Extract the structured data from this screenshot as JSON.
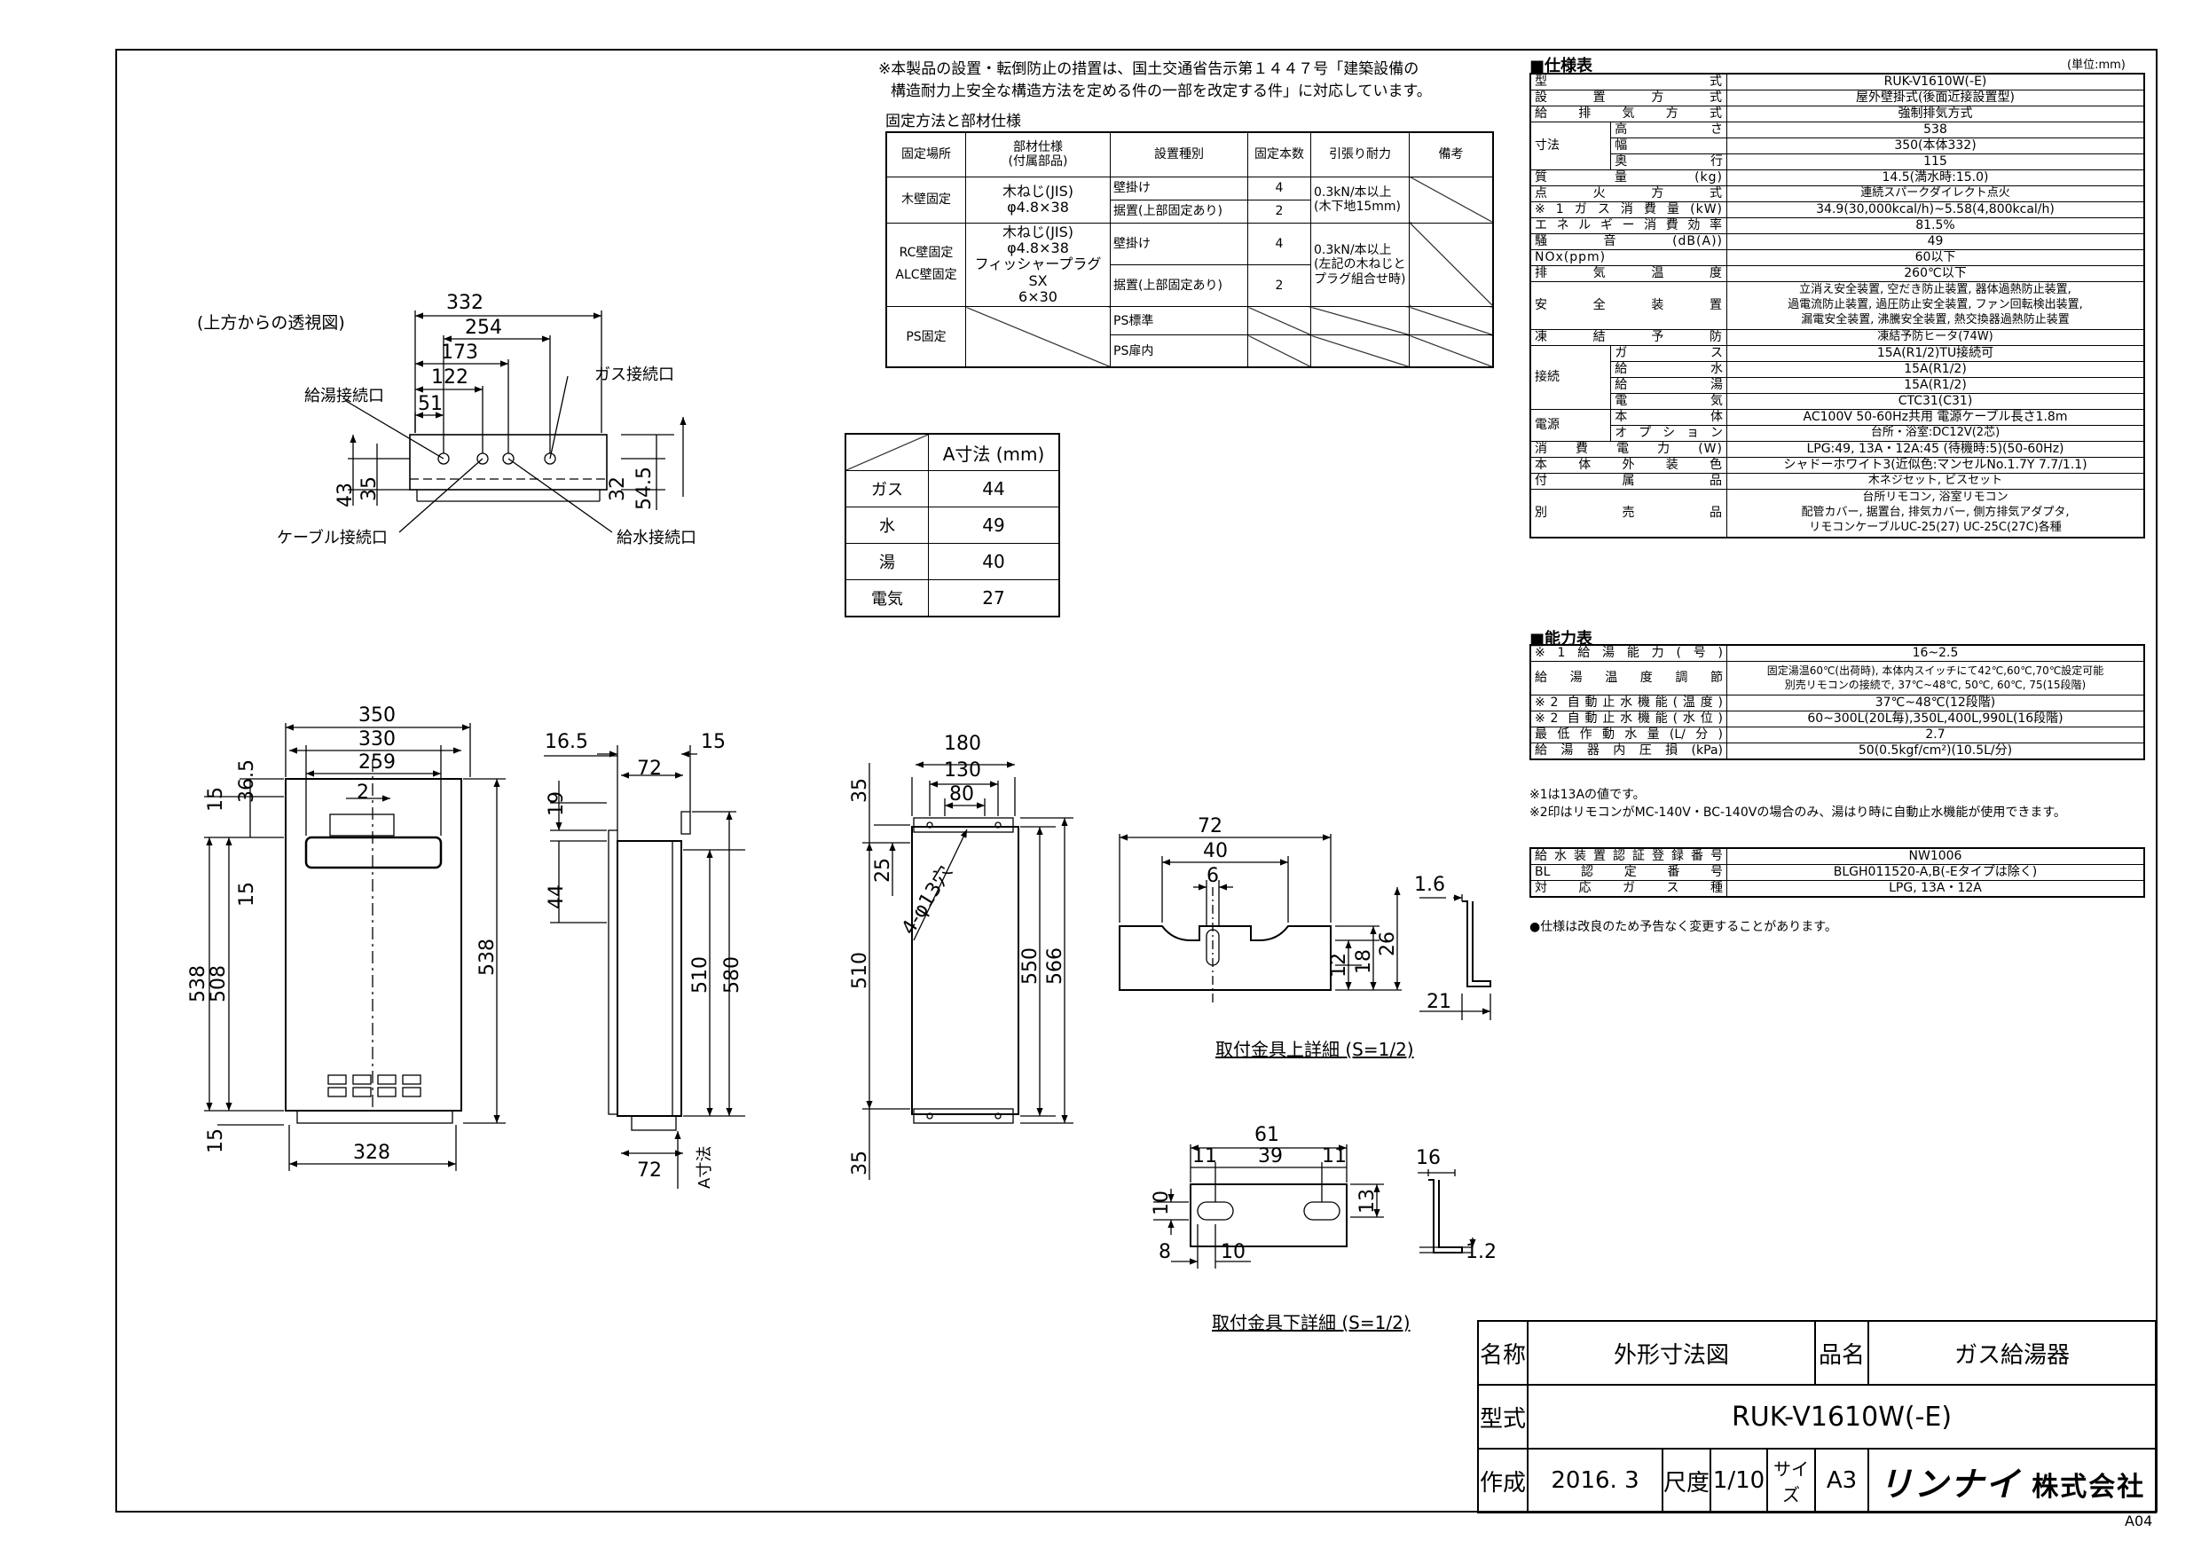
{
  "notice": {
    "line1": "※本製品の設置・転倒防止の措置は、国土交通省告示第１４４７号「建築設備の",
    "line2": "構造耐力上安全な構造方法を定める件の一部を改定する件」に対応しています。"
  },
  "fixing": {
    "title": "固定方法と部材仕様",
    "headers": [
      "固定場所",
      "部材仕様\n(付属部品)",
      "設置種別",
      "固定本数",
      "引張り耐力",
      "備考"
    ],
    "wood_place": "木壁固定",
    "wood_parts": "木ねじ(JIS)\nφ4.8×38",
    "wood_type1": "壁掛け",
    "wood_count1": "4",
    "wood_strength": "0.3kN/本以上\n(木下地15mm)",
    "wood_type2": "据置(上部固定あり)",
    "wood_count2": "2",
    "rc_place": "RC壁固定\nALC壁固定",
    "rc_parts": "木ねじ(JIS)\nφ4.8×38\nフィッシャープラグSX\n6×30",
    "rc_type1": "壁掛け",
    "rc_count1": "4",
    "rc_strength": "0.3kN/本以上\n(左記の木ねじと\nプラグ組合せ時)",
    "rc_type2": "据置(上部固定あり)",
    "rc_count2": "2",
    "ps_place": "PS固定",
    "ps_type1": "PS標準",
    "ps_type2": "PS扉内"
  },
  "a_dimension": {
    "header": "A寸法 (mm)",
    "rows": [
      {
        "label": "ガス",
        "value": "44"
      },
      {
        "label": "水",
        "value": "49"
      },
      {
        "label": "湯",
        "value": "40"
      },
      {
        "label": "電気",
        "value": "27"
      }
    ]
  },
  "top_view": {
    "title": "(上方からの透視図)",
    "hot_outlet": "給湯接続口",
    "gas_inlet": "ガス接続口",
    "cable_port": "ケーブル接続口",
    "water_inlet": "給水接続口",
    "d332": "332",
    "d254": "254",
    "d173": "173",
    "d122": "122",
    "d51": "51",
    "d43": "43",
    "d35": "35",
    "d32": "32",
    "d545": "54.5"
  },
  "front_view": {
    "d350": "350",
    "d330": "330",
    "d259": "259",
    "d2": "2",
    "d328": "328",
    "d15a": "15",
    "d365": "36.5",
    "d15b": "15",
    "d15c": "15",
    "d538l": "538",
    "d508": "508",
    "d538r": "538"
  },
  "side_view": {
    "d165": "16.5",
    "d15": "15",
    "d72a": "72",
    "d19": "19",
    "d44": "44",
    "d510": "510",
    "d580": "580",
    "d72b": "72",
    "a_label": "A寸法"
  },
  "rear_view": {
    "d180": "180",
    "d130": "130",
    "d80": "80",
    "d35a": "35",
    "d25": "25",
    "hole": "4-φ13穴",
    "d510": "510",
    "d550": "550",
    "d566": "566",
    "d35b": "35"
  },
  "upper_bracket": {
    "d72": "72",
    "d40": "40",
    "d6": "6",
    "d12": "12",
    "d18": "18",
    "d26": "26",
    "d16": "1.6",
    "d21": "21",
    "caption": "取付金具上詳細 (S=1/2)"
  },
  "lower_bracket": {
    "d61": "61",
    "d11a": "11",
    "d39": "39",
    "d11b": "11",
    "d10a": "10",
    "d13": "13",
    "d8": "8",
    "d10b": "10",
    "d16": "16",
    "d12": "1.2",
    "caption": "取付金具下詳細 (S=1/2)"
  },
  "spec": {
    "title": "■仕様表",
    "unit": "(単位:mm)",
    "rows": [
      {
        "label": "型式",
        "value": "RUK-V1610W(-E)"
      },
      {
        "label": "設置方式",
        "value": "屋外壁掛式(後面近接設置型)"
      },
      {
        "label": "給排気方式",
        "value": "強制排気方式"
      },
      {
        "label": "質量(kg)",
        "value": "14.5(満水時:15.0)"
      },
      {
        "label": "点火方式",
        "value": "連続スパークダイレクト点火"
      },
      {
        "label": "※1ガス消費量(kW)",
        "value": "34.9(30,000kcal/h)~5.58(4,800kcal/h)"
      },
      {
        "label": "エネルギー消費効率",
        "value": "81.5%"
      },
      {
        "label": "騒音(dB(A))",
        "value": "49"
      },
      {
        "label": "NOx(ppm)",
        "value": "60以下"
      },
      {
        "label": "排気温度",
        "value": "260℃以下"
      }
    ],
    "size_label": "寸法",
    "height_label": "高さ",
    "height": "538",
    "width_label": "幅",
    "width": "350(本体332)",
    "depth_label": "奥行",
    "depth": "115",
    "safety_label": "安全装置",
    "safety_1": "立消え安全装置, 空だき防止装置, 器体過熱防止装置,",
    "safety_2": "過電流防止装置, 過圧防止安全装置, ファン回転検出装置,",
    "safety_3": "漏電安全装置, 沸騰安全装置, 熱交換器過熱防止装置",
    "freeze_label": "凍結予防",
    "freeze": "凍結予防ヒータ(74W)",
    "conn_label": "接続",
    "gas_label": "ガス",
    "gas": "15A(R1/2)TU接続可",
    "water_label": "給水",
    "water": "15A(R1/2)",
    "hot_label": "給湯",
    "hot": "15A(R1/2)",
    "elec_label": "電気",
    "elec": "CTC31(C31)",
    "power_label": "電源",
    "body_label": "本体",
    "body": "AC100V 50-60Hz共用 電源ケーブル長さ1.8m",
    "option_label": "オプション",
    "option": "台所・浴室:DC12V(2芯)",
    "consumption_label": "消費電力(W)",
    "consumption": "LPG:49, 13A・12A:45 (待機時:5)(50-60Hz)",
    "color_label": "本体外装色",
    "color": "シャドーホワイト3(近似色:マンセルNo.1.7Y 7.7/1.1)",
    "accessory_label": "付属品",
    "accessory": "木ネジセット, ビスセット",
    "sold_label": "別売品",
    "sold_1": "台所リモコン, 浴室リモコン",
    "sold_2": "配管カバー, 据置台, 排気カバー, 側方排気アダプタ,",
    "sold_3": "リモコンケーブルUC-25(27) UC-25C(27C)各種"
  },
  "capability": {
    "title": "■能力表",
    "r1_label": "※1給湯能力(号)",
    "r1": "16~2.5",
    "r2_label": "給湯温度調節",
    "r2_1": "固定湯温60℃(出荷時), 本体内スイッチにて42℃,60℃,70℃設定可能",
    "r2_2": "別売リモコンの接続で, 37℃~48℃, 50℃, 60℃, 75(15段階)",
    "r3_label": "※2 自動止水機能(温度)",
    "r3": "37℃~48℃(12段階)",
    "r4_label": "※2 自動止水機能(水位)",
    "r4": "60~300L(20L毎),350L,400L,990L(16段階)",
    "r5_label": "最低作動水量(L/分)",
    "r5": "2.7",
    "r6_label": "給湯器内圧損(kPa)",
    "r6": "50(0.5kgf/cm²)(10.5L/分)",
    "note1": "※1は13Aの値です。",
    "note2": "※2印はリモコンがMC-140V・BC-140Vの場合のみ、湯はり時に自動止水機能が使用できます。"
  },
  "cert": {
    "r1_label": "給水装置認証登録番号",
    "r1": "NW1006",
    "r2_label": "BL認定番号",
    "r2": "BLGH011520-A,B(-Eタイプは除く)",
    "r3_label": "対応ガス種",
    "r3": "LPG, 13A・12A",
    "note": "●仕様は改良のため予告なく変更することがあります。"
  },
  "title_block": {
    "name_label": "名称",
    "name": "外形寸法図",
    "product_label": "品名",
    "product": "ガス給湯器",
    "model_label": "型式",
    "model": "RUK-V1610W(-E)",
    "made_label": "作成",
    "made": "2016. 3",
    "scale_label": "尺度",
    "scale": "1/10",
    "size_label": "サイズ",
    "size": "A3",
    "company_logo": "リンナイ",
    "company": "株式会社",
    "sheet_code": "A04"
  }
}
